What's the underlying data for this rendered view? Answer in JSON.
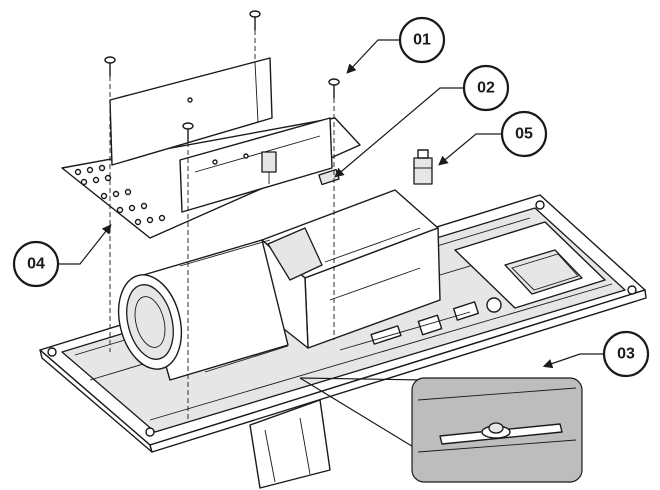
{
  "callouts": [
    {
      "id": "c01",
      "label": "01"
    },
    {
      "id": "c02",
      "label": "02"
    },
    {
      "id": "c03",
      "label": "03"
    },
    {
      "id": "c04",
      "label": "04"
    },
    {
      "id": "c05",
      "label": "05"
    }
  ],
  "colors": {
    "line": "#1a1a1a",
    "detail_fill": "#bdbdbd",
    "part_fill": "#e6e6e6",
    "background": "#ffffff"
  }
}
